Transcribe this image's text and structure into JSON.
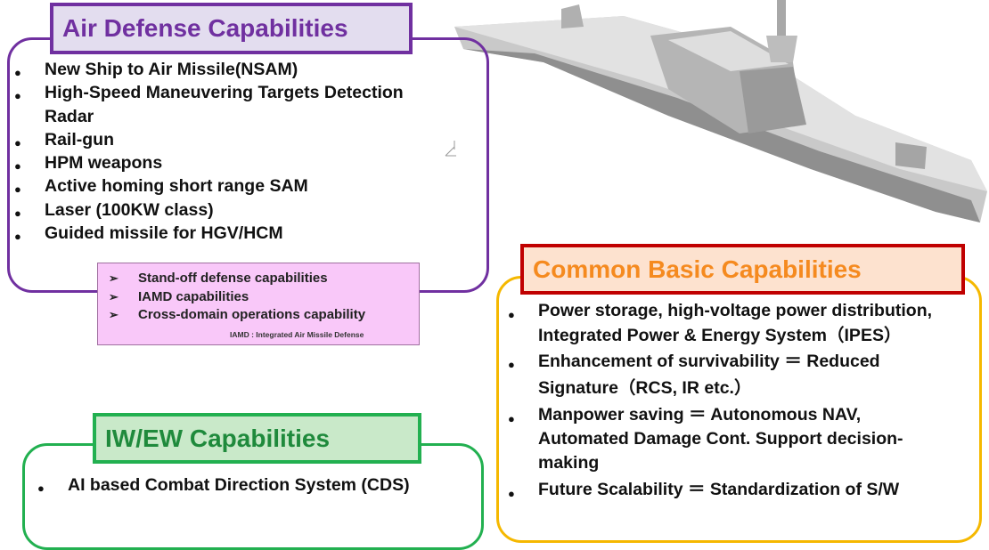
{
  "air_defense": {
    "title": "Air Defense Capabilities",
    "items": [
      "New Ship to Air Missile(NSAM)",
      "High-Speed Maneuvering Targets Detection Radar",
      "Rail-gun",
      "HPM weapons",
      "Active homing short range SAM",
      "Laser (100KW class)",
      "Guided missile for HGV/HCM"
    ],
    "summary": [
      "Stand-off defense capabilities",
      "IAMD capabilities",
      "Cross-domain operations capability"
    ],
    "footnote": "IAMD : Integrated Air Missile Defense"
  },
  "common_basic": {
    "title": "Common Basic Capabilities",
    "items": [
      "Power storage, high-voltage power distribution, Integrated Power & Energy System（IPES）",
      "Enhancement of survivability ＝ Reduced Signature（RCS, IR etc.）",
      "Manpower saving ＝ Autonomous NAV, Automated Damage Cont. Support decision-making",
      "Future Scalability ＝ Standardization of S/W"
    ]
  },
  "iw_ew": {
    "title": "IW/EW Capabilities",
    "items": [
      "AI based Combat Direction System (CDS)"
    ]
  },
  "colors": {
    "purple": "#7030a0",
    "orange": "#f58a1f",
    "red": "#c00000",
    "yellow": "#f5b800",
    "green": "#22b050"
  }
}
